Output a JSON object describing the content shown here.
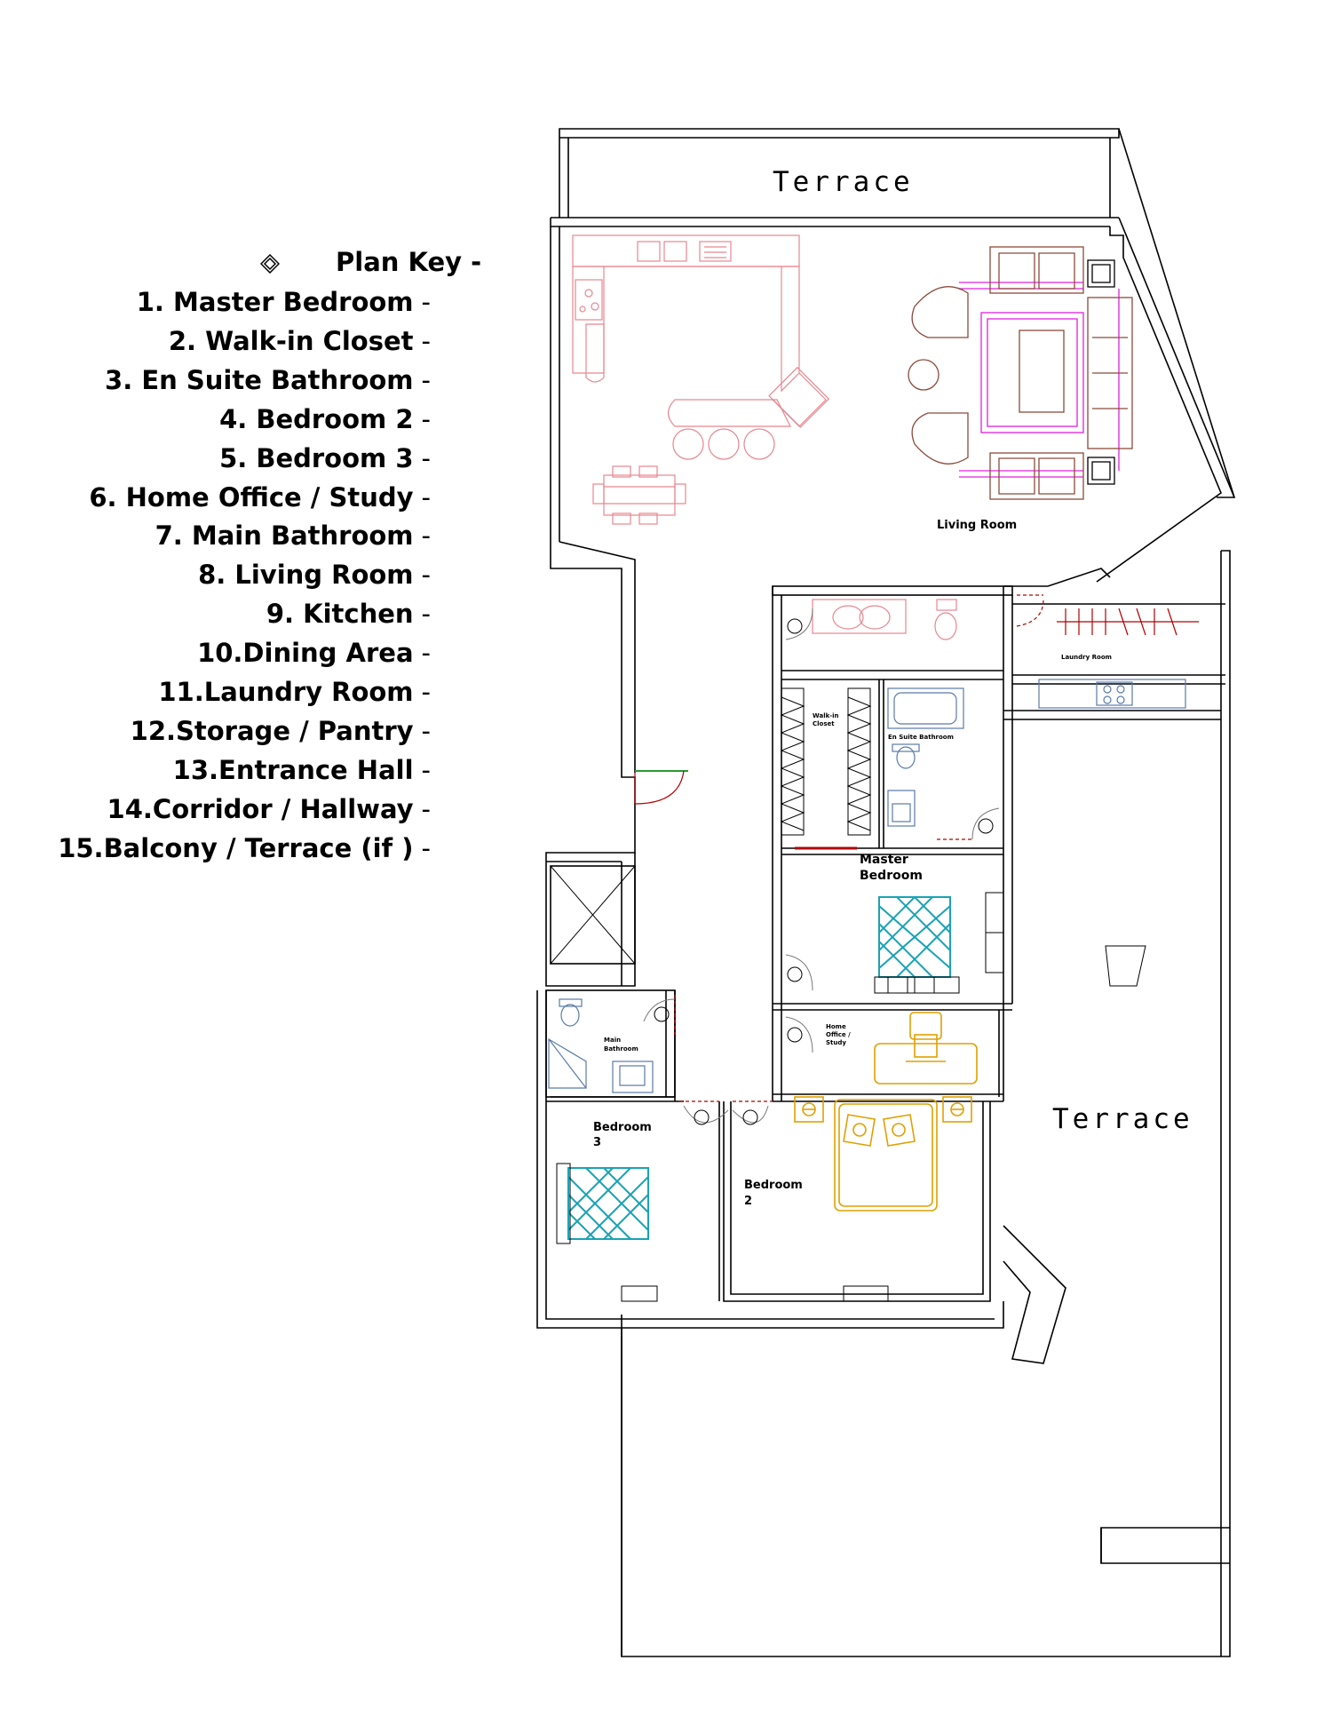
{
  "plan_key": {
    "title": "Plan Key -",
    "icon": "diamond-icon",
    "items": [
      "1. Master Bedroom",
      "2. Walk-in Closet",
      "3. En Suite Bathroom",
      "4. Bedroom 2",
      "5. Bedroom 3",
      "6. Home Office / Study",
      "7. Main Bathroom",
      "8. Living Room",
      "9. Kitchen",
      "10.Dining Area",
      "11.Laundry Room",
      "12.Storage / Pantry",
      "13.Entrance Hall",
      "14.Corridor / Hallway",
      "15.Balcony / Terrace (if )"
    ],
    "dash": "-"
  },
  "rooms": {
    "terrace_top": "Terrace",
    "terrace_right": "Terrace",
    "living_room": "Living Room",
    "laundry_room": "Laundry Room",
    "walk_in_closet_line1": "Walk-in",
    "walk_in_closet_line2": "Closet",
    "en_suite": "En Suite Bathroom",
    "master_line1": "Master",
    "master_line2": "Bedroom",
    "home_office_line1": "Home",
    "home_office_line2": "Office /",
    "home_office_line3": "Study",
    "main_bath_line1": "Main",
    "main_bath_line2": "Bathroom",
    "bedroom3_line1": "Bedroom",
    "bedroom3_line2": "3",
    "bedroom2_line1": "Bedroom",
    "bedroom2_line2": "2"
  },
  "colors": {
    "kitchen": "#e8868f",
    "living_sofa": "#8b4a3a",
    "living_magenta": "#e020e0",
    "bed_teal": "#1aa3b5",
    "bed_gold": "#e0a000",
    "door_red": "#b00000",
    "bath_blue": "#5a7aa8"
  }
}
